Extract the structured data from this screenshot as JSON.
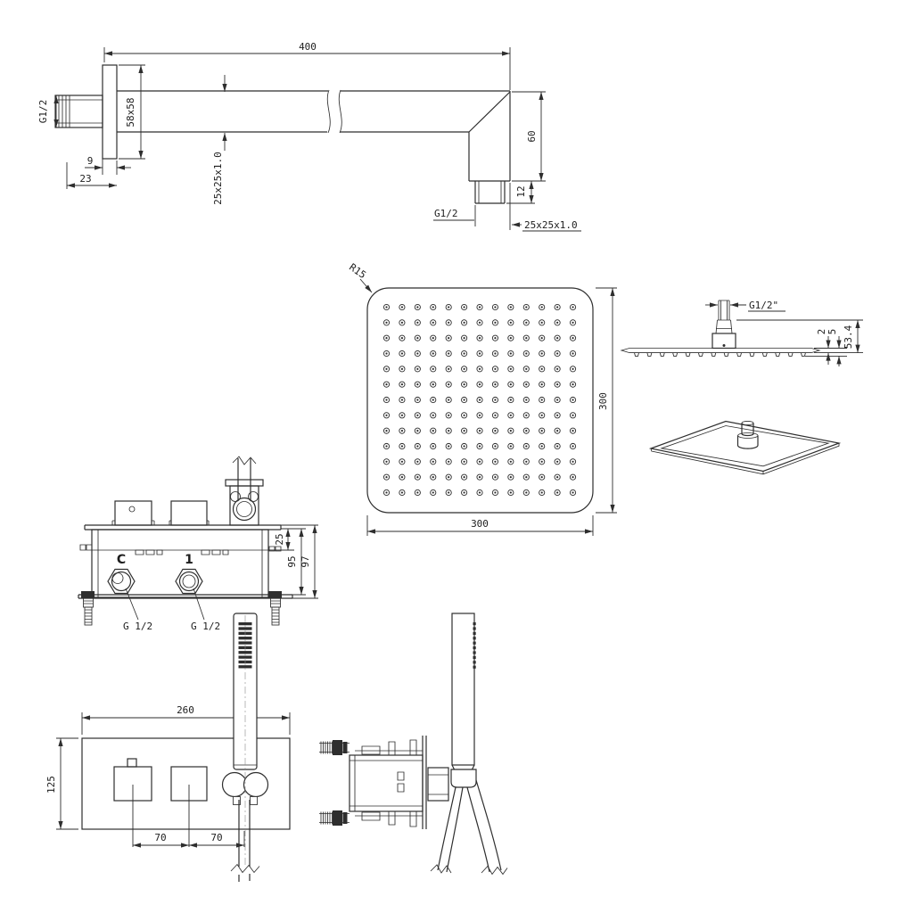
{
  "page": {
    "background": "#ffffff",
    "line_color": "#2e2e2e"
  },
  "arm_view": {
    "dim_length": "400",
    "wall_thread": "G1/2",
    "flange_size": "58x58",
    "dim_flange_thickness": "9",
    "dim_wall_depth": "23",
    "tube_profile": "25x25x1.0",
    "dim_drop_height": "60",
    "dim_outlet_thread_length": "12",
    "outlet_thread": "G1/2",
    "outlet_tube_profile": "25x25x1.0"
  },
  "head_face_view": {
    "corner_radius": "R15",
    "dim_width": "300",
    "dim_height": "300",
    "nozzle_rows": 13,
    "nozzle_cols": 13
  },
  "head_side_view": {
    "thread_label": "G1/2\"",
    "dim_plate_thickness": "2",
    "dim_nozzle_depth": "5",
    "dim_total_height": "53.4",
    "nozzle_marks": 14
  },
  "valve_top_view": {
    "port_cold_label": "C",
    "port_one_label": "1",
    "port_cold_thread": "G 1/2",
    "port_one_thread": "G 1/2",
    "dim_plate_offset": "25",
    "dim_body_depth": "95",
    "dim_total_depth": "97"
  },
  "trim_front_view": {
    "dim_width": "260",
    "dim_height": "125",
    "dim_handle_spacing": "70",
    "dim_holder_spacing": "70",
    "handshower_stripes": 10
  },
  "side_assembly_view": {
    "handshower_dashes": 10
  }
}
